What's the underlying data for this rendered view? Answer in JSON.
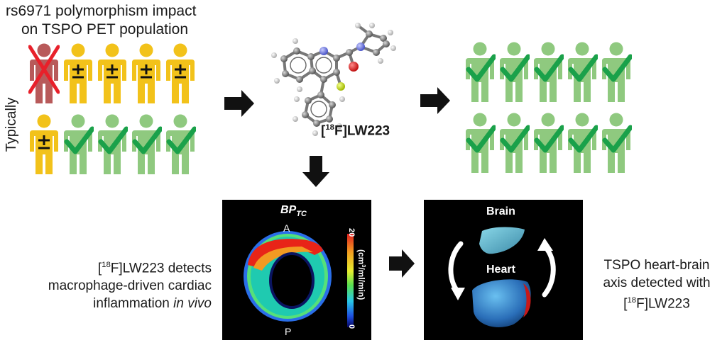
{
  "title": {
    "line1": "rs6971 polymorphism impact",
    "line2": "on TSPO PET population"
  },
  "side_label": "Typically",
  "compound": {
    "iso": "18",
    "name_before": "[",
    "name_after": "F]LW223"
  },
  "left_caption": {
    "line1_iso": "18",
    "line1_after": "F]LW223 detects",
    "line2": "macrophage-driven cardiac",
    "line3_a": "inflammation ",
    "line3_b": "in vivo"
  },
  "right_caption": {
    "line1": "TSPO heart-brain",
    "line2": "axis detected with",
    "line3_iso": "18",
    "line3_after": "F]LW223"
  },
  "pet_panel": {
    "title_main": "BP",
    "title_sub": "TC",
    "top_label": "A",
    "bottom_label": "P",
    "colorbar_max": "20",
    "colorbar_min": "0",
    "colorbar_unit_pre": "(cm",
    "colorbar_unit_sup": "3",
    "colorbar_unit_post": "/ml/min)"
  },
  "render_panel": {
    "brain_label": "Brain",
    "heart_label": "Heart"
  },
  "population": {
    "left_row1": [
      "excluded",
      "het",
      "het",
      "het",
      "het"
    ],
    "left_row2": [
      "het",
      "ok",
      "ok",
      "ok",
      "ok"
    ],
    "right_row1": [
      "ok",
      "ok",
      "ok",
      "ok",
      "ok"
    ],
    "right_row2": [
      "ok",
      "ok",
      "ok",
      "ok",
      "ok"
    ]
  },
  "colors": {
    "excluded": "#b85a5a",
    "het": "#f2c21a",
    "ok": "#8fc97f",
    "check": "#1aa14a",
    "cross": "#e8202a"
  }
}
